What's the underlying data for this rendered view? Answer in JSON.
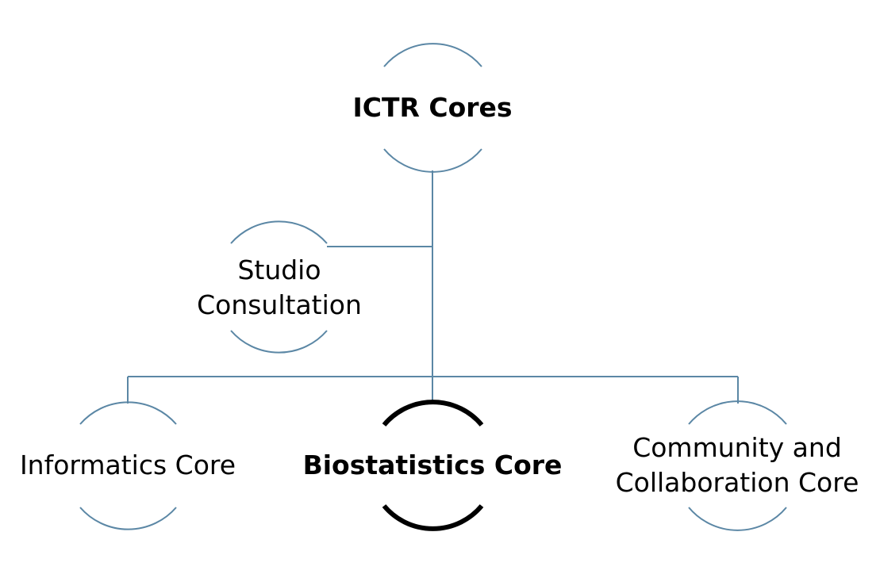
{
  "diagram": {
    "colors": {
      "connector": "#5b87a5",
      "arc_default": "#5b87a5",
      "arc_highlight": "#000000",
      "background": "#ffffff"
    },
    "root": {
      "label": "ICTR Cores",
      "bold": true
    },
    "assistant": {
      "label_line1": "Studio",
      "label_line2": "Consultation"
    },
    "children": [
      {
        "label": "Informatics Core",
        "bold": false
      },
      {
        "label": "Biostatistics Core",
        "bold": true
      },
      {
        "label_line1": "Community and",
        "label_line2": "Collaboration Core",
        "bold": false
      }
    ]
  }
}
